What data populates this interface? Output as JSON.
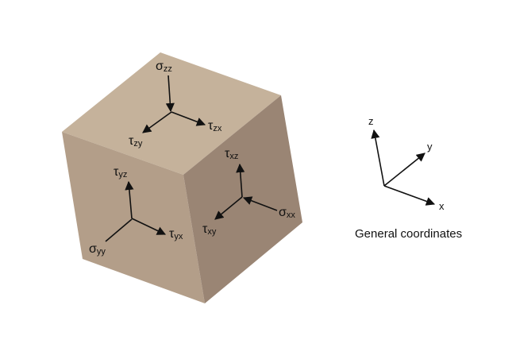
{
  "cube": {
    "colors": {
      "top": "#c5b29b",
      "left": "#b39e89",
      "right": "#9a8574"
    },
    "top_face": {
      "normal": {
        "symbol": "σ",
        "subscript": "zz"
      },
      "shear_1": {
        "symbol": "τ",
        "subscript": "zy"
      },
      "shear_2": {
        "symbol": "τ",
        "subscript": "zx"
      }
    },
    "left_face": {
      "normal": {
        "symbol": "σ",
        "subscript": "yy"
      },
      "shear_1": {
        "symbol": "τ",
        "subscript": "yz"
      },
      "shear_2": {
        "symbol": "τ",
        "subscript": "yx"
      }
    },
    "right_face": {
      "normal": {
        "symbol": "σ",
        "subscript": "xx"
      },
      "shear_1": {
        "symbol": "τ",
        "subscript": "xz"
      },
      "shear_2": {
        "symbol": "τ",
        "subscript": "xy"
      }
    }
  },
  "coordinate_system": {
    "x_label": "x",
    "y_label": "y",
    "z_label": "z",
    "caption": "General coordinates"
  }
}
